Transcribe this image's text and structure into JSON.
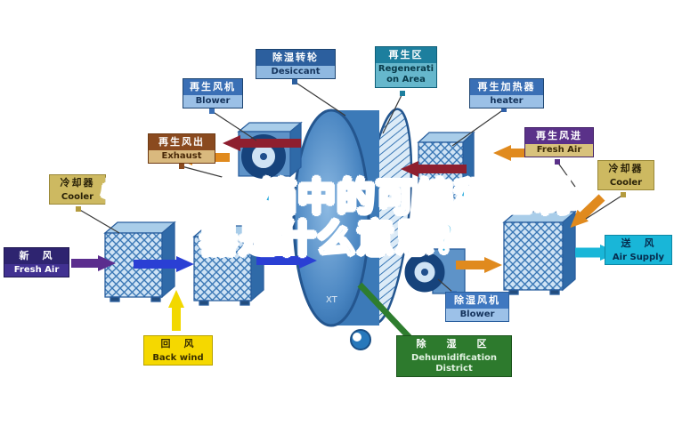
{
  "title": {
    "line1": "恒温恒湿箱中的可编程控制",
    "line2": "器是什么意思？"
  },
  "labels": {
    "desiccant": {
      "zh": "除湿转轮",
      "en": "Desiccant"
    },
    "regen_area": {
      "zh": "再生区",
      "en": "Regeneration Area"
    },
    "regen_blower": {
      "zh": "再生风机",
      "en": "Blower"
    },
    "regen_heater": {
      "zh": "再生加热器",
      "en": "heater"
    },
    "exhaust": {
      "zh": "再生风出",
      "en": "Exhaust"
    },
    "regen_fresh_air": {
      "zh": "再生风进",
      "en": "Fresh Air"
    },
    "cooler_left": {
      "zh": "冷却器",
      "en": "Cooler"
    },
    "cooler_right": {
      "zh": "冷却器",
      "en": "Cooler"
    },
    "fresh_air": {
      "zh": "新　风",
      "en": "Fresh Air"
    },
    "air_supply": {
      "zh": "送　风",
      "en": "Air Supply"
    },
    "back_wind": {
      "zh": "回　风",
      "en": "Back wind"
    },
    "dehumid_blower": {
      "zh": "除湿风机",
      "en": "Blower"
    },
    "dehumid_district": {
      "zh": "除　湿　区",
      "en": "Dehumidification District"
    }
  },
  "watermark": "XT",
  "colors": {
    "headline": "#17a3da",
    "arrow_blue": "#2a3fd4",
    "arrow_purple": "#5b2d8e",
    "arrow_orange": "#e08a1e",
    "arrow_darkred": "#8e1f2f",
    "arrow_yellow": "#f2d800",
    "arrow_cyan": "#19b6d8",
    "flow_green": "#2e7d2e",
    "unit_blue": "#2a5f9e"
  }
}
